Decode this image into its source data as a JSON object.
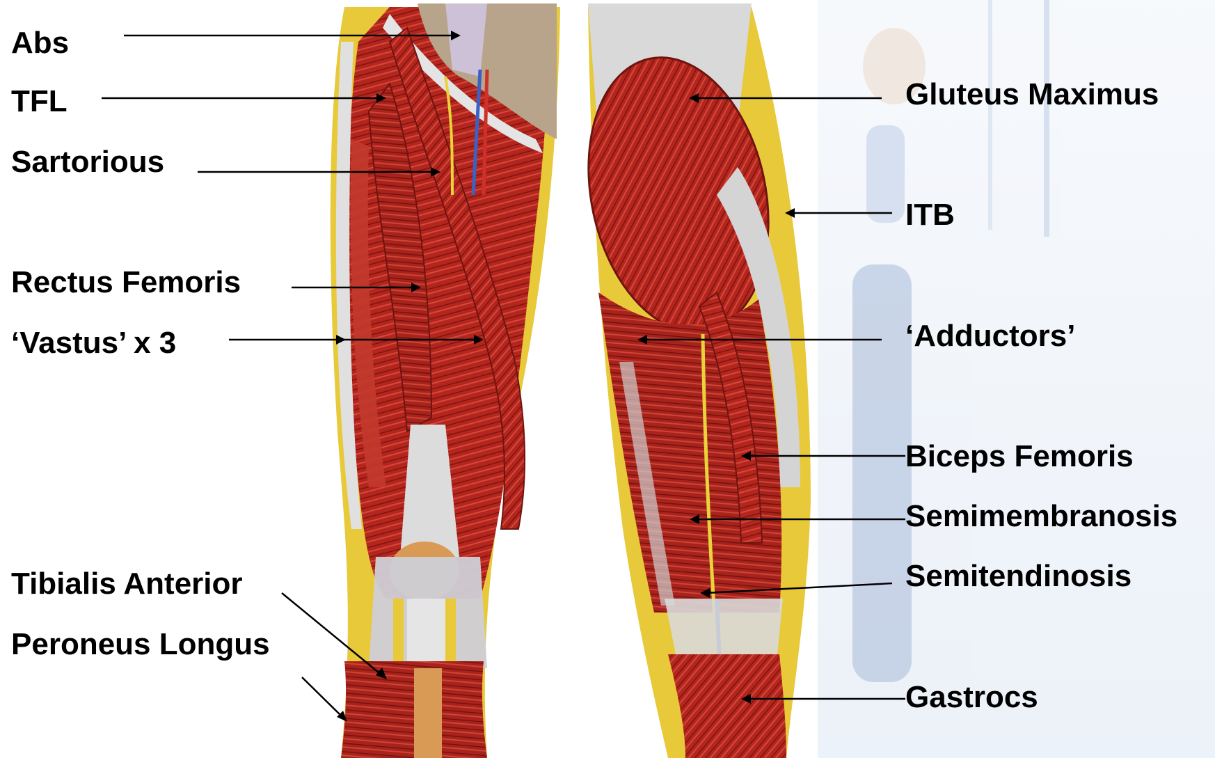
{
  "labels": {
    "abs": "Abs",
    "tfl": "TFL",
    "sartorious": "Sartorious",
    "rectus_femoris": "Rectus Femoris",
    "vastus": "‘Vastus’ x 3",
    "tibialis_anterior": "Tibialis Anterior",
    "peroneus_longus": "Peroneus Longus",
    "gluteus_maximus": "Gluteus Maximus",
    "itb": "ITB",
    "adductors": "‘Adductors’",
    "biceps_femoris": "Biceps Femoris",
    "semimembranosis": "Semimembranosis",
    "semitendinosis": "Semitendinosis",
    "gastrocs": "Gastrocs"
  },
  "colors": {
    "muscle": "#b3261e",
    "muscle_dark": "#7e1410",
    "muscle_light": "#d8473a",
    "tendon": "#dcdcdc",
    "fat": "#e8c93a",
    "patella": "#d99a55",
    "background_photo": "#9fb3d6",
    "leader": "#000000"
  }
}
